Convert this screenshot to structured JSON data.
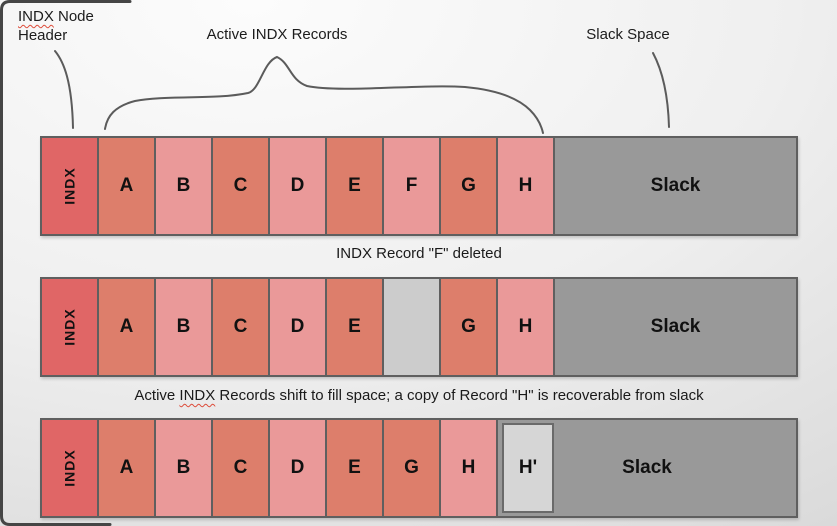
{
  "colors": {
    "indx_header": "#e06666",
    "record_dark": "#dd7e6b",
    "record_light": "#ea9999",
    "slack": "#999999",
    "deleted_gap": "#cccccc",
    "ghost_record": "#d6d6d6",
    "line": "#5b5b5b",
    "frame": "#454545",
    "squiggle": "#dd4b39"
  },
  "labels": {
    "node_header": {
      "word": "INDX",
      "rest": " Node",
      "line2": "Header"
    },
    "active_records": "Active INDX Records",
    "slack_space": "Slack Space"
  },
  "captions": {
    "step2": "INDX Record \"F\" deleted",
    "step3_prefix": "Active ",
    "step3_word": "INDX",
    "step3_rest": " Records shift to fill space; a copy of Record \"H\" is recoverable from slack"
  },
  "bars": [
    {
      "header": "INDX",
      "cells": [
        "A",
        "B",
        "C",
        "D",
        "E",
        "F",
        "G",
        "H"
      ],
      "slack": "Slack"
    },
    {
      "header": "INDX",
      "cells": [
        "A",
        "B",
        "C",
        "D",
        "E",
        "",
        "G",
        "H"
      ],
      "slack": "Slack"
    },
    {
      "header": "INDX",
      "cells": [
        "A",
        "B",
        "C",
        "D",
        "E",
        "G",
        "H"
      ],
      "ghost": "H'",
      "slack": "Slack"
    }
  ]
}
